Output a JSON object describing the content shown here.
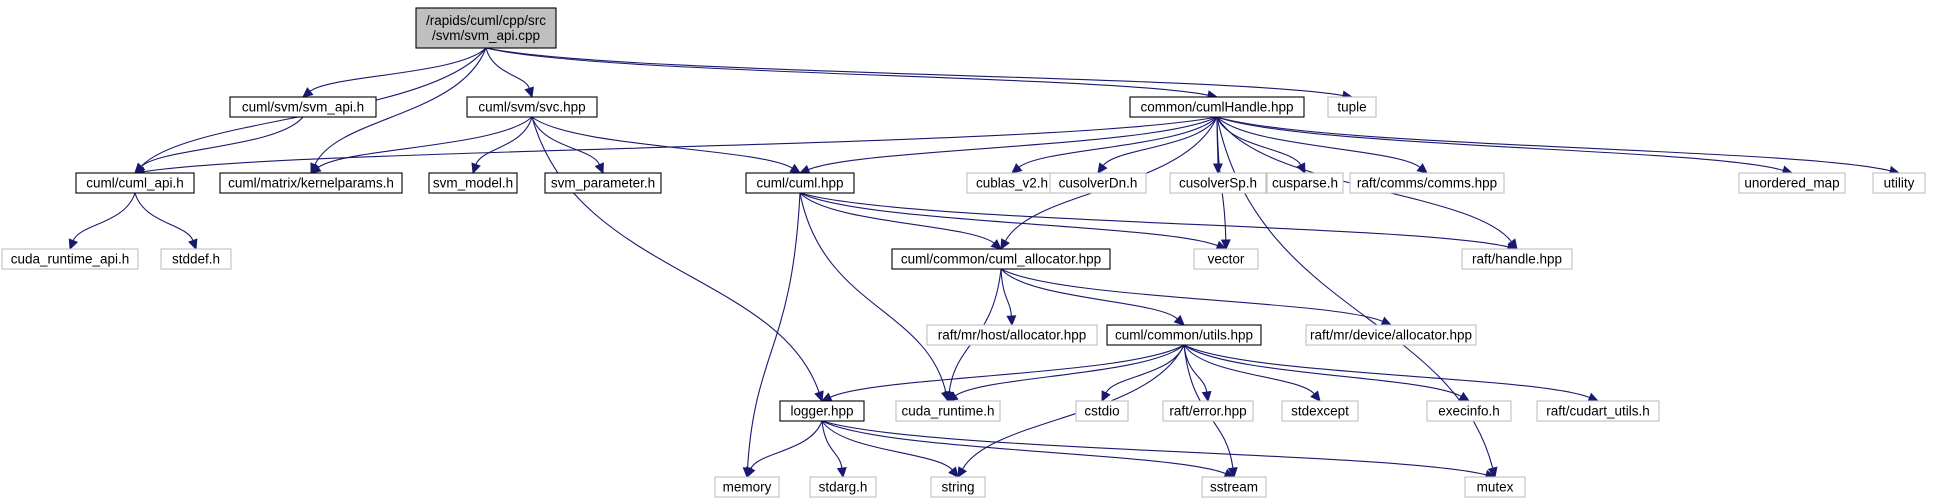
{
  "diagram": {
    "type": "include-dependency-graph",
    "colors": {
      "edge": "#191970",
      "root_fill": "#bfbfbf",
      "project_border": "#000000",
      "external_border": "#bfbfbf"
    },
    "nodes": [
      {
        "id": "root",
        "kind": "root",
        "lines": [
          "/rapids/cuml/cpp/src",
          "/svm/svm_api.cpp"
        ]
      },
      {
        "id": "cuml_api",
        "kind": "project",
        "lines": [
          "cuml/cuml_api.h"
        ]
      },
      {
        "id": "svm_api_h",
        "kind": "project",
        "lines": [
          "cuml/svm/svm_api.h"
        ]
      },
      {
        "id": "svc",
        "kind": "project",
        "lines": [
          "cuml/svm/svc.hpp"
        ]
      },
      {
        "id": "kernelparams",
        "kind": "project",
        "lines": [
          "cuml/matrix/kernelparams.h"
        ]
      },
      {
        "id": "svm_model",
        "kind": "project",
        "lines": [
          "svm_model.h"
        ]
      },
      {
        "id": "svm_parameter",
        "kind": "project",
        "lines": [
          "svm_parameter.h"
        ]
      },
      {
        "id": "cumlhpp",
        "kind": "project",
        "lines": [
          "cuml/cuml.hpp"
        ]
      },
      {
        "id": "cumlHandle",
        "kind": "project",
        "lines": [
          "common/cumlHandle.hpp"
        ]
      },
      {
        "id": "tuple",
        "kind": "external",
        "lines": [
          "tuple"
        ]
      },
      {
        "id": "cublas",
        "kind": "external",
        "lines": [
          "cublas_v2.h"
        ]
      },
      {
        "id": "cusolverDn",
        "kind": "external",
        "lines": [
          "cusolverDn.h"
        ]
      },
      {
        "id": "cusolverSp",
        "kind": "external",
        "lines": [
          "cusolverSp.h"
        ]
      },
      {
        "id": "cusparse",
        "kind": "external",
        "lines": [
          "cusparse.h"
        ]
      },
      {
        "id": "comms",
        "kind": "external",
        "lines": [
          "raft/comms/comms.hpp"
        ]
      },
      {
        "id": "unordered_map",
        "kind": "external",
        "lines": [
          "unordered_map"
        ]
      },
      {
        "id": "utility",
        "kind": "external",
        "lines": [
          "utility"
        ]
      },
      {
        "id": "cuda_runtime_api",
        "kind": "external",
        "lines": [
          "cuda_runtime_api.h"
        ]
      },
      {
        "id": "stddef",
        "kind": "external",
        "lines": [
          "stddef.h"
        ]
      },
      {
        "id": "allocator_hpp",
        "kind": "project",
        "lines": [
          "cuml/common/cuml_allocator.hpp"
        ]
      },
      {
        "id": "vector",
        "kind": "external",
        "lines": [
          "vector"
        ]
      },
      {
        "id": "handle",
        "kind": "external",
        "lines": [
          "raft/handle.hpp"
        ]
      },
      {
        "id": "host_alloc",
        "kind": "external",
        "lines": [
          "raft/mr/host/allocator.hpp"
        ]
      },
      {
        "id": "utils",
        "kind": "project",
        "lines": [
          "cuml/common/utils.hpp"
        ]
      },
      {
        "id": "device_alloc",
        "kind": "external",
        "lines": [
          "raft/mr/device/allocator.hpp"
        ]
      },
      {
        "id": "logger",
        "kind": "project",
        "lines": [
          "logger.hpp"
        ]
      },
      {
        "id": "cuda_runtime",
        "kind": "external",
        "lines": [
          "cuda_runtime.h"
        ]
      },
      {
        "id": "cstdio",
        "kind": "external",
        "lines": [
          "cstdio"
        ]
      },
      {
        "id": "error",
        "kind": "external",
        "lines": [
          "raft/error.hpp"
        ]
      },
      {
        "id": "stdexcept",
        "kind": "external",
        "lines": [
          "stdexcept"
        ]
      },
      {
        "id": "execinfo",
        "kind": "external",
        "lines": [
          "execinfo.h"
        ]
      },
      {
        "id": "cudart_utils",
        "kind": "external",
        "lines": [
          "raft/cudart_utils.h"
        ]
      },
      {
        "id": "memory",
        "kind": "external",
        "lines": [
          "memory"
        ]
      },
      {
        "id": "stdarg",
        "kind": "external",
        "lines": [
          "stdarg.h"
        ]
      },
      {
        "id": "string",
        "kind": "external",
        "lines": [
          "string"
        ]
      },
      {
        "id": "sstream",
        "kind": "external",
        "lines": [
          "sstream"
        ]
      },
      {
        "id": "mutex",
        "kind": "external",
        "lines": [
          "mutex"
        ]
      }
    ],
    "edges": [
      [
        "root",
        "cuml_api"
      ],
      [
        "root",
        "svm_api_h"
      ],
      [
        "root",
        "kernelparams"
      ],
      [
        "root",
        "svc"
      ],
      [
        "root",
        "cumlHandle"
      ],
      [
        "root",
        "tuple"
      ],
      [
        "svm_api_h",
        "cuml_api"
      ],
      [
        "svc",
        "kernelparams"
      ],
      [
        "svc",
        "svm_model"
      ],
      [
        "svc",
        "svm_parameter"
      ],
      [
        "svc",
        "cumlhpp"
      ],
      [
        "svc",
        "logger"
      ],
      [
        "cuml_api",
        "cuda_runtime_api"
      ],
      [
        "cuml_api",
        "stddef"
      ],
      [
        "cumlHandle",
        "cuml_api"
      ],
      [
        "cumlHandle",
        "cumlhpp"
      ],
      [
        "cumlHandle",
        "cublas"
      ],
      [
        "cumlHandle",
        "cusolverDn"
      ],
      [
        "cumlHandle",
        "cusolverSp"
      ],
      [
        "cumlHandle",
        "cusparse"
      ],
      [
        "cumlHandle",
        "comms"
      ],
      [
        "cumlHandle",
        "unordered_map"
      ],
      [
        "cumlHandle",
        "utility"
      ],
      [
        "cumlHandle",
        "allocator_hpp"
      ],
      [
        "cumlHandle",
        "vector"
      ],
      [
        "cumlHandle",
        "handle"
      ],
      [
        "cumlHandle",
        "mutex"
      ],
      [
        "cumlhpp",
        "allocator_hpp"
      ],
      [
        "cumlhpp",
        "vector"
      ],
      [
        "cumlhpp",
        "handle"
      ],
      [
        "cumlhpp",
        "cuda_runtime"
      ],
      [
        "cumlhpp",
        "memory"
      ],
      [
        "allocator_hpp",
        "host_alloc"
      ],
      [
        "allocator_hpp",
        "utils"
      ],
      [
        "allocator_hpp",
        "device_alloc"
      ],
      [
        "allocator_hpp",
        "cuda_runtime"
      ],
      [
        "utils",
        "logger"
      ],
      [
        "utils",
        "cuda_runtime"
      ],
      [
        "utils",
        "cstdio"
      ],
      [
        "utils",
        "error"
      ],
      [
        "utils",
        "stdexcept"
      ],
      [
        "utils",
        "execinfo"
      ],
      [
        "utils",
        "cudart_utils"
      ],
      [
        "utils",
        "string"
      ],
      [
        "utils",
        "sstream"
      ],
      [
        "logger",
        "memory"
      ],
      [
        "logger",
        "stdarg"
      ],
      [
        "logger",
        "string"
      ],
      [
        "logger",
        "sstream"
      ],
      [
        "logger",
        "mutex"
      ]
    ]
  }
}
